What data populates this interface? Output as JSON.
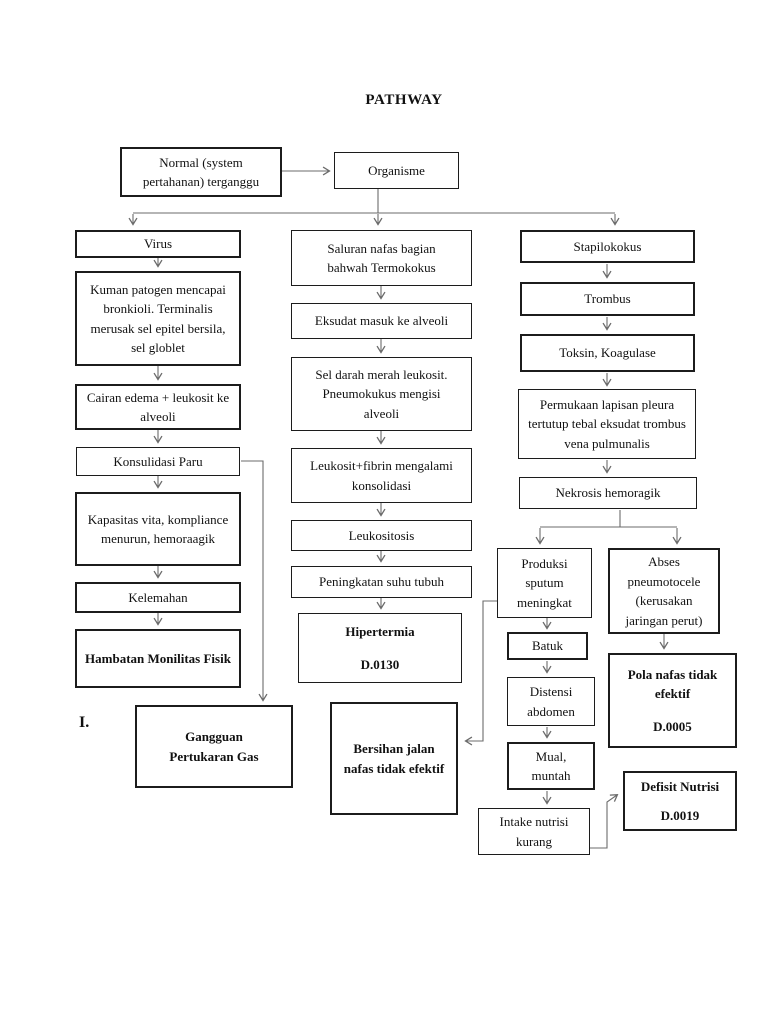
{
  "title": "PATHWAY",
  "section_label": "I.",
  "nodes": {
    "normal": {
      "text": "Normal (system pertahanan) terganggu"
    },
    "organisme": {
      "text": "Organisme"
    },
    "virus": {
      "text": "Virus"
    },
    "kuman_patogen": {
      "text": "Kuman patogen mencapai bronkioli. Terminalis merusak sel epitel bersila, sel globlet"
    },
    "cairan_edema": {
      "text": "Cairan edema + leukosit ke alveoli"
    },
    "konsulidasi_paru": {
      "text": "Konsulidasi Paru"
    },
    "kapasitas_vita": {
      "text": "Kapasitas vita, kompliance menurun, hemoraagik"
    },
    "kelemahan": {
      "text": "Kelemahan"
    },
    "hambatan_monilitas": {
      "text": "Hambatan Monilitas Fisik"
    },
    "saluran_nafas": {
      "text": "Saluran nafas bagian bahwah Termokokus"
    },
    "eksudat": {
      "text": "Eksudat masuk ke alveoli"
    },
    "sel_darah": {
      "text": "Sel darah merah leukosit. Pneumokukus mengisi alveoli"
    },
    "leukosit_fibrin": {
      "text": "Leukosit+fibrin mengalami konsolidasi"
    },
    "leukositosis": {
      "text": "Leukositosis"
    },
    "peningkatan_suhu": {
      "text": "Peningkatan suhu tubuh"
    },
    "hipertermia": {
      "label": "Hipertermia",
      "code": "D.0130"
    },
    "stapilokokus": {
      "text": "Stapilokokus"
    },
    "trombus": {
      "text": "Trombus"
    },
    "toksin": {
      "text": "Toksin, Koagulase"
    },
    "permukaan_pleura": {
      "text": "Permukaan lapisan pleura tertutup tebal eksudat trombus vena pulmunalis"
    },
    "nekrosis": {
      "text": "Nekrosis hemoragik"
    },
    "produksi_sputum": {
      "text": "Produksi sputum meningkat"
    },
    "abses": {
      "text": "Abses pneumotocele (kerusakan jaringan perut)"
    },
    "batuk": {
      "text": "Batuk"
    },
    "distensi": {
      "text": "Distensi abdomen"
    },
    "mual": {
      "text": "Mual, muntah"
    },
    "intake": {
      "text": "Intake nutrisi kurang"
    },
    "pola_nafas": {
      "label": "Pola nafas tidak efektif",
      "code": "D.0005"
    },
    "defisit_nutrisi": {
      "label": "Defisit Nutrisi",
      "code": "D.0019"
    },
    "gangguan_gas": {
      "text": "Gangguan Pertukaran Gas"
    },
    "bersihan_jalan": {
      "text": "Bersihan jalan nafas tidak efektif"
    }
  },
  "colors": {
    "line": "#6b6b6b",
    "border": "#1c1c1c",
    "background": "#ffffff"
  }
}
